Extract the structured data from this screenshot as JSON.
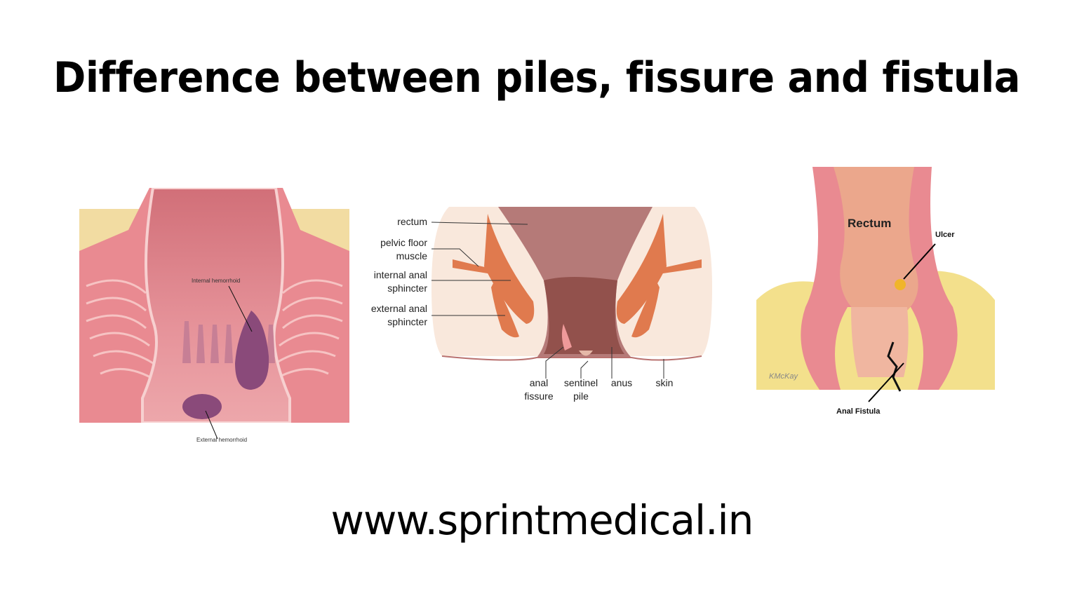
{
  "title": "Difference between piles, fissure and fistula",
  "footer": "www.sprintmedical.in",
  "panels": [
    {
      "name": "piles",
      "labels": {
        "internal": "Internal hemorrhoid",
        "external": "External hemorrhoid"
      }
    },
    {
      "name": "fissure",
      "labels": {
        "rectum": "rectum",
        "pelvic_1": "pelvic floor",
        "pelvic_2": "muscle",
        "ias_1": "internal anal",
        "ias_2": "sphincter",
        "eas_1": "external anal",
        "eas_2": "sphincter",
        "fissure_1": "anal",
        "fissure_2": "fissure",
        "pile_1": "sentinel",
        "pile_2": "pile",
        "anus": "anus",
        "skin": "skin"
      }
    },
    {
      "name": "fistula",
      "labels": {
        "rectum": "Rectum",
        "ulcer": "Ulcer",
        "fistula": "Anal Fistula",
        "signature": "KMcKay"
      }
    }
  ],
  "colors": {
    "tissue_pink": "#e98a91",
    "lumen_pink": "#d9777e",
    "fat_yellow": "#f3dc96",
    "hemorrhoid_purple": "#8a4a7a",
    "muscle_orange": "#e07a4e",
    "mucosa_mauve": "#b57a78",
    "skin_cream": "#f9e8dc"
  }
}
